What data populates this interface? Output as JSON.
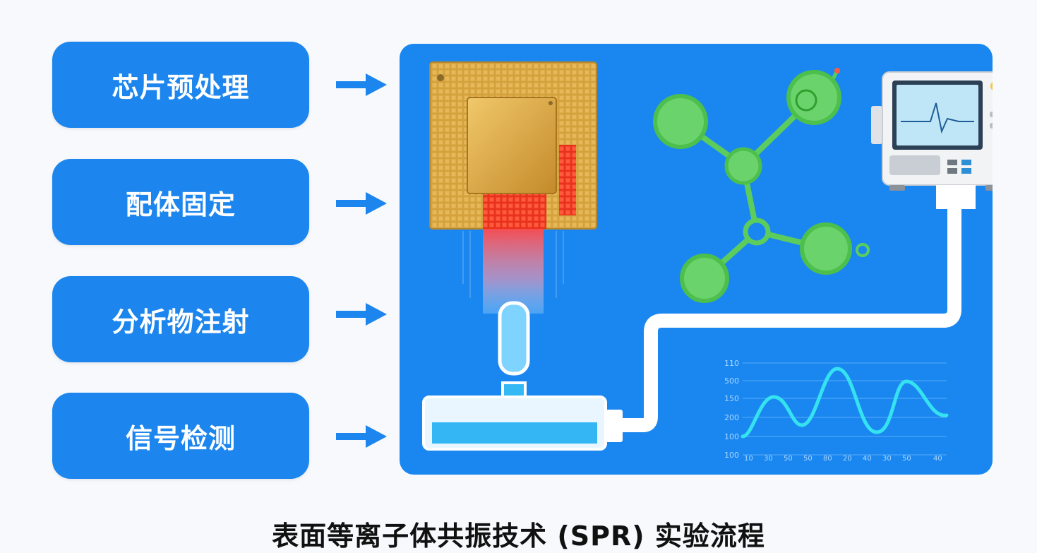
{
  "steps": [
    {
      "label": "芯片预处理"
    },
    {
      "label": "配体固定"
    },
    {
      "label": "分析物注射"
    },
    {
      "label": "信号检测"
    }
  ],
  "caption": "表面等离子体共振技术 (SPR) 实验流程",
  "graph": {
    "y_ticks": [
      "110",
      "500",
      "150",
      "200",
      "100",
      "100"
    ],
    "x_ticks": [
      "10",
      "30",
      "50",
      "50",
      "80",
      "20",
      "40",
      "30",
      "50",
      "40"
    ]
  },
  "colors": {
    "step_blue": "#1c86ee",
    "panel_blue": "#1a87f0",
    "chip_gold": "#d4a23c",
    "laser_red": "#ff3b3b",
    "molecule_green": "#5ccd5c",
    "wave_cyan": "#35e2f0"
  },
  "icons": [
    "sensor-chip-icon",
    "laser-beam-icon",
    "flow-cell-icon",
    "molecule-network-icon",
    "spr-instrument-icon",
    "signal-wave-icon",
    "arrow-right-icon"
  ]
}
